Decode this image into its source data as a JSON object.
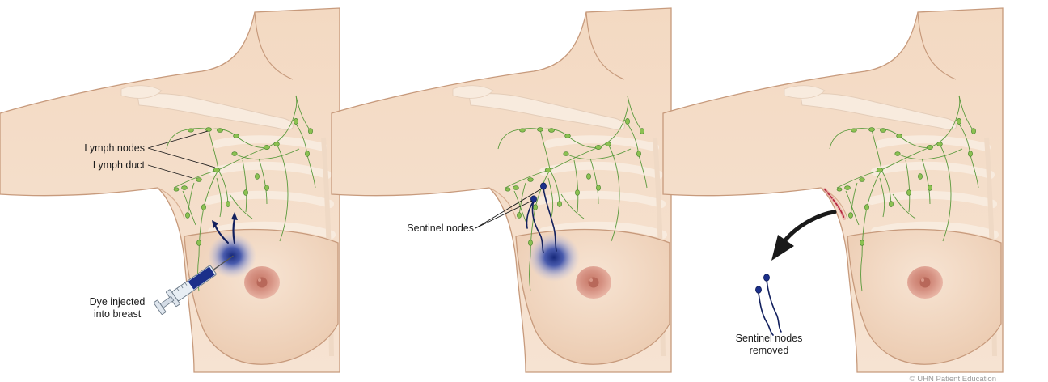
{
  "panels": [
    {
      "labels": {
        "lymph_nodes": "Lymph nodes",
        "lymph_duct": "Lymph duct",
        "dye_line1": "Dye injected",
        "dye_line2": "into breast"
      }
    },
    {
      "labels": {
        "sentinel_nodes": "Sentinel nodes"
      }
    },
    {
      "labels": {
        "removed_line1": "Sentinel nodes",
        "removed_line2": "removed"
      }
    }
  ],
  "credit": "© UHN Patient Education",
  "colors": {
    "skin": "#f4dcc6",
    "skin_shadow": "#e9c7ab",
    "outline": "#c79a7c",
    "bone": "#f8ebde",
    "lymph": "#5a9a3c",
    "node": "#8cc152",
    "dye": "#1b2f8a",
    "nipple": "#d69283",
    "incision": "#b3253c"
  }
}
